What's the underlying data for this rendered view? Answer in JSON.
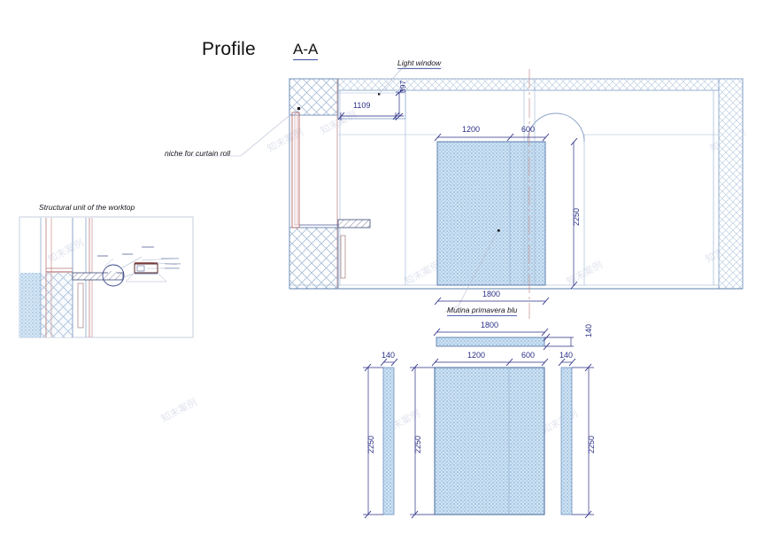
{
  "drawing": {
    "title": "Profile",
    "section_label": "A-A",
    "annotations": {
      "light_window": "Light window",
      "niche": "niche for curtain roll",
      "tile": "Mutina primavera blu",
      "worktop_detail": "Structural unit of the worktop"
    },
    "dimensions": {
      "d1109": "1109",
      "d397": "397",
      "d1200": "1200",
      "d600": "600",
      "d2250_section": "2250",
      "d1800_section": "1800",
      "plan_1800": "1800",
      "plan_140_top": "140",
      "plan_1200": "1200",
      "plan_600": "600",
      "plan_140_left": "140",
      "plan_140_right": "140",
      "plan_2250_left": "2250",
      "plan_2250_mid": "2250",
      "plan_2250_right": "2250"
    },
    "watermark": "知末案例",
    "colors": {
      "dim_text": "#2b2f86",
      "tile_fill": "#bcd5ea",
      "wall_hatch": "#8fa9cc",
      "red_line": "#b36a6a",
      "blue_line": "#4a6fa8",
      "background": "#ffffff"
    }
  }
}
